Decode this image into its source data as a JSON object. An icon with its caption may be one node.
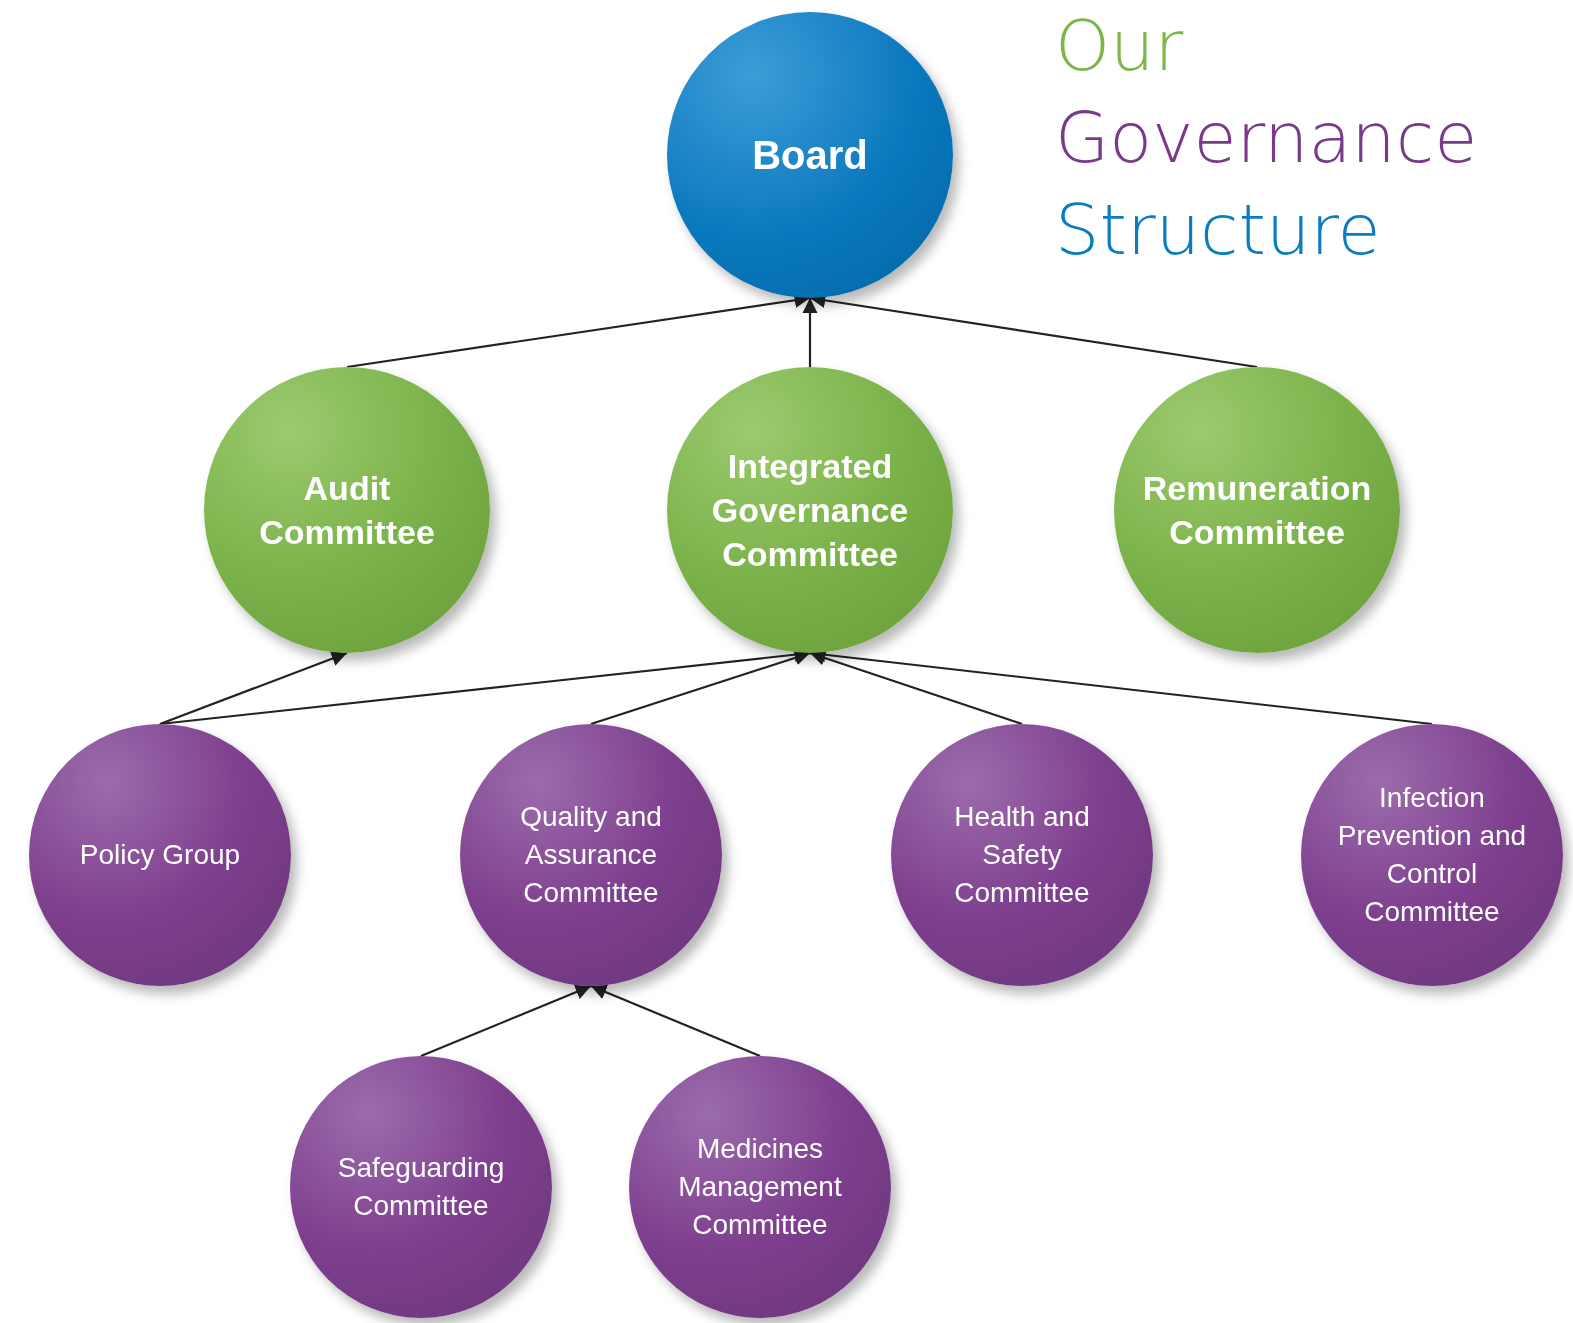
{
  "diagram": {
    "title": "Our Governance Structure",
    "nodes": [
      {
        "text": [
          "Board"
        ]
      },
      {
        "text": [
          "Audit Committee"
        ]
      },
      {
        "text": [
          "Integrated Governance Committee"
        ]
      },
      {
        "text": [
          "Remuneration Committee"
        ]
      },
      {
        "text": [
          "Policy Group"
        ]
      },
      {
        "text": [
          "Quality and Assurance Committee"
        ]
      },
      {
        "text": [
          "Health and Safety Committee"
        ]
      },
      {
        "text": [
          "Infection Prevention and Control Committee"
        ]
      },
      {
        "text": [
          "Safeguarding Committee"
        ]
      },
      {
        "text": [
          "Medicines Management Committee"
        ]
      }
    ],
    "edges": [
      {
        "from": 1,
        "to": 0,
        "arrow": "to"
      },
      {
        "from": 2,
        "to": 0,
        "arrow": "to"
      },
      {
        "from": 3,
        "to": 0,
        "arrow": "to"
      },
      {
        "from": 4,
        "to": 1,
        "arrow": "to"
      },
      {
        "from": 4,
        "to": 2,
        "arrow": "to"
      },
      {
        "from": 5,
        "to": 2,
        "arrow": "to"
      },
      {
        "from": 6,
        "to": 2,
        "arrow": "to"
      },
      {
        "from": 7,
        "to": 2,
        "arrow": "to"
      },
      {
        "from": 8,
        "to": 5,
        "arrow": "to"
      },
      {
        "from": 9,
        "to": 5,
        "arrow": "to"
      }
    ]
  }
}
